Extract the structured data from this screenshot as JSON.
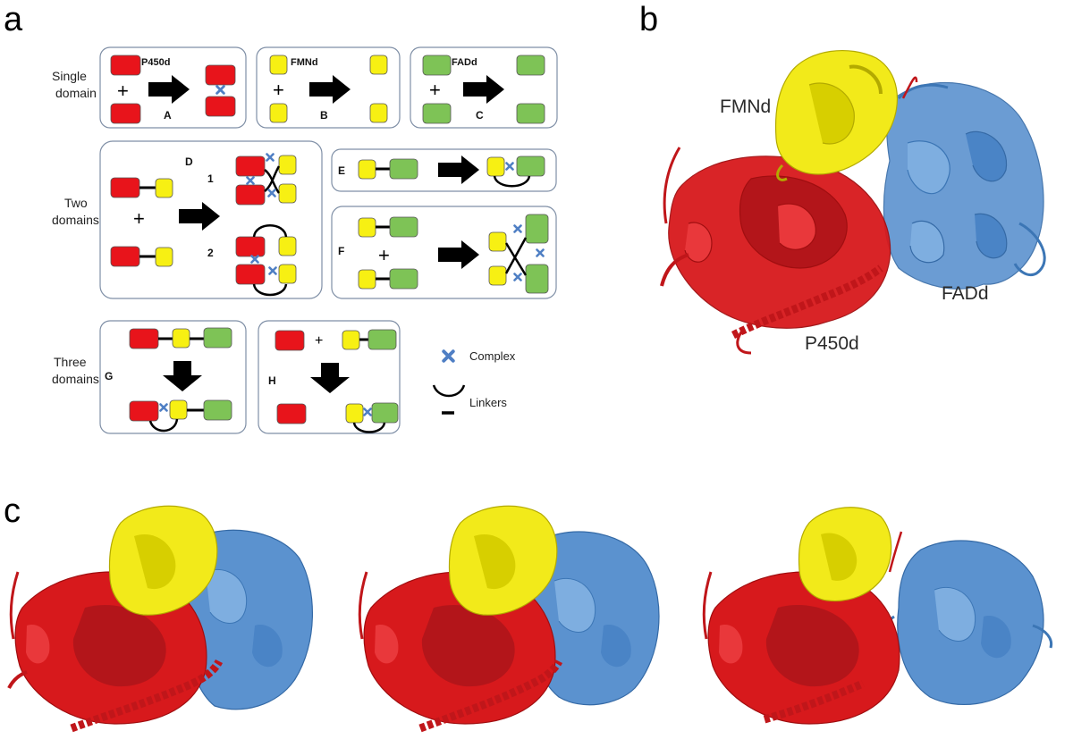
{
  "panels": {
    "a": "a",
    "b": "b",
    "c": "c"
  },
  "rows": {
    "single": [
      "Single",
      "domain"
    ],
    "two": [
      "Two",
      "domains"
    ],
    "three": [
      "Three",
      "domains"
    ]
  },
  "domains": {
    "p450": "P450d",
    "fmn": "FMNd",
    "fad": "FADd"
  },
  "steps": {
    "A": "A",
    "B": "B",
    "C": "C",
    "D": "D",
    "E": "E",
    "F": "F",
    "G": "G",
    "H": "H",
    "d1": "1",
    "d2": "2"
  },
  "plus": "+",
  "legend": {
    "complex": "Complex",
    "linkers": "Linkers"
  },
  "colors": {
    "p450": "#e8141b",
    "fmn": "#f7f013",
    "fad": "#7ec356",
    "complex": "#4f7fc4",
    "box_border": "#7f8fa6",
    "structure_red": "#d7191c",
    "structure_yellow": "#f2ea1a",
    "structure_blue": "#5b92cf"
  }
}
